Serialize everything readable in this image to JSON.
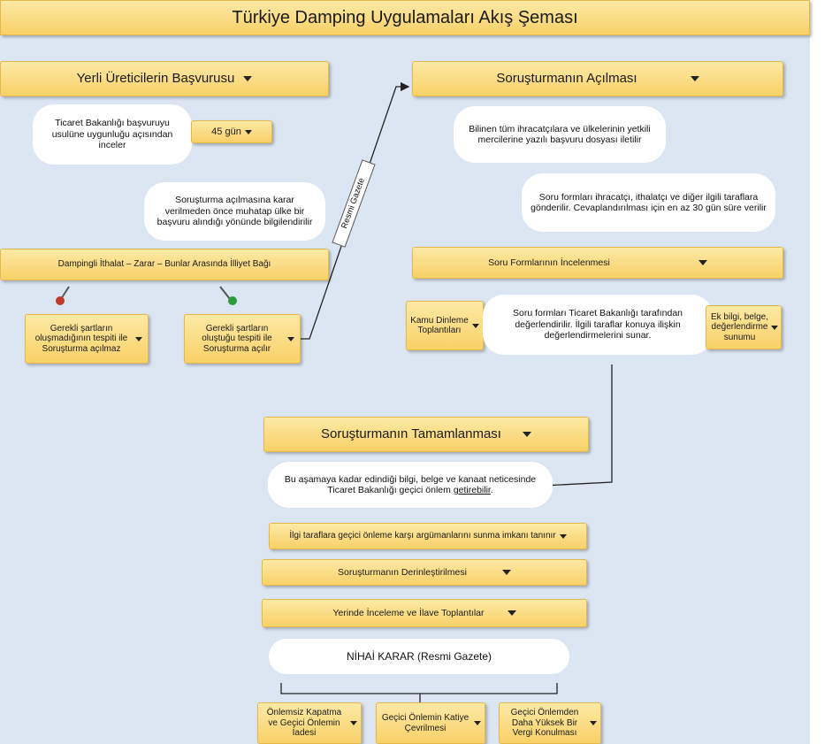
{
  "title": "Türkiye Damping Uygulamaları Akış Şeması",
  "left": {
    "header": "Yerli Üreticilerin Başvurusu",
    "ministry_review": "Ticaret Bakanlığı başvuruyu usulüne uygunluğu açısından inceler",
    "days_label": "45 gün",
    "notify_country": "Soruşturma açılmasına karar verilmeden önce muhatap ülke bir başvuru alındığı yönünde bilgilendirilir",
    "causality": "Dampingli İthalat – Zarar – Bunlar Arasında İlliyet Bağı",
    "not_opened": "Gerekli şartların oluşmadığının tespiti ile Soruşturma açılmaz",
    "opened": "Gerekli şartların oluştuğu tespiti ile Soruşturma açılır"
  },
  "connector_label": "Resmi Gazete",
  "right": {
    "header": "Soruşturmanın Açılması",
    "file_sent": "Bilinen tüm ihracatçılara ve ülkelerinin yetkili mercilerine yazılı başvuru dosyası iletilir",
    "forms_sent": "Soru formları ihracatçı, ithalatçı ve diğer ilgili taraflara gönderilir. Cevaplandırılması için en az 30 gün süre verilir",
    "forms_review": "Soru Formlarının İncelenmesi",
    "public_hearing": "Kamu Dinleme Toplantıları",
    "forms_evaluated": "Soru formları Ticaret Bakanlığı tarafından değerlendirilir. İlgili taraflar konuya ilişkin değerlendirmelerini sunar.",
    "extra_info": "Ek bilgi, belge, değerlendirme sunumu"
  },
  "bottom": {
    "header": "Soruşturmanın Tamamlanması",
    "provisional_pre": "Bu aşamaya kadar edindiği bilgi, belge ve kanaat neticesinde Ticaret Bakanlığı geçici önlem ",
    "provisional_link": "getirebilir",
    "provisional_post": ".",
    "arguments": "İlgi taraflara geçici önleme karşı argümanlarını sunma imkanı tanınır",
    "deepening": "Soruşturmanın Derinleştirilmesi",
    "onsite": "Yerinde İnceleme ve İlave Toplantılar",
    "final_decision": "NİHAİ KARAR (Resmi Gazete)",
    "outcomes": [
      "Önlemsiz Kapatma ve Geçici Önlemin İadesi",
      "Geçici Önlemin Katiye Çevrilmesi",
      "Geçici Önlemden Daha Yüksek Bir Vergi Konulması"
    ]
  },
  "colors": {
    "canvas": "#dce6f2",
    "box_fill": "#f8d167",
    "pin_red": "#c0392b",
    "pin_green": "#2e9b3a"
  }
}
